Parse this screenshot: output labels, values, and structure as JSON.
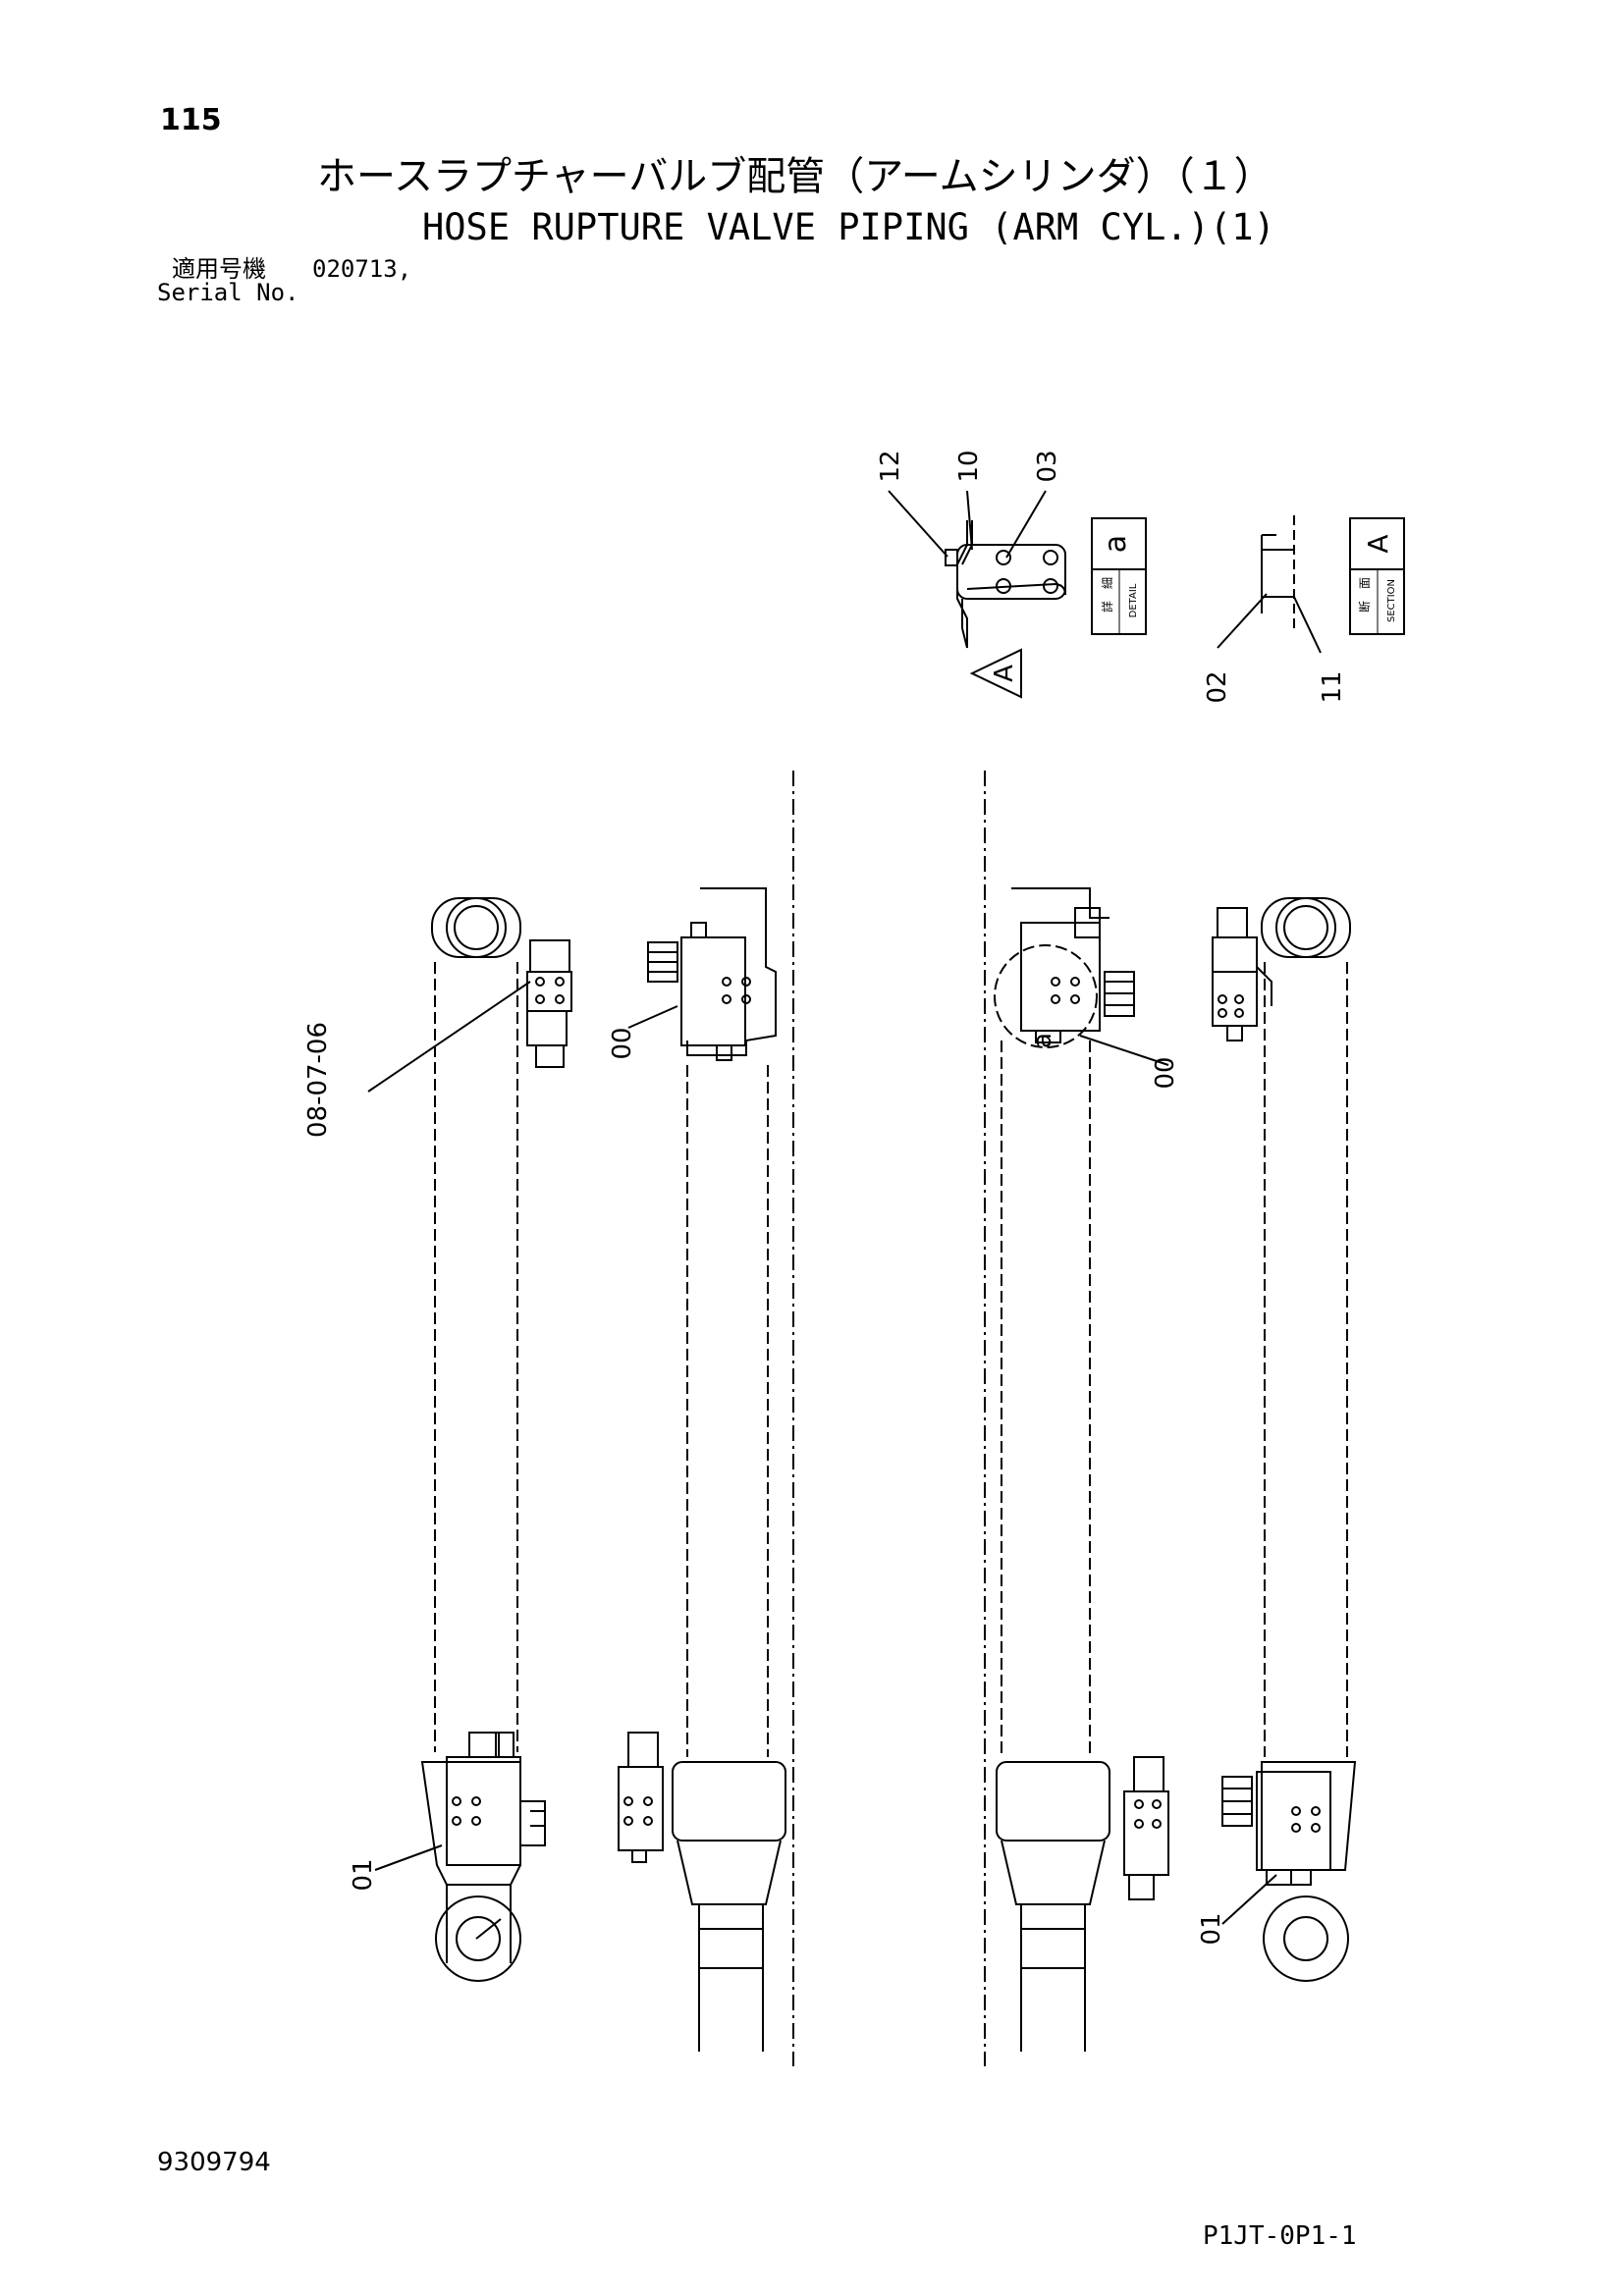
{
  "header": {
    "page_number": "115",
    "title_jp": "ホースラプチャーバルブ配管（アームシリンダ）（１）",
    "title_en": "HOSE RUPTURE VALVE PIPING (ARM CYL.)(1)",
    "serial_label_jp": "適用号機",
    "serial_value": "020713,",
    "serial_label_en": "Serial No."
  },
  "detail_view": {
    "callouts": [
      "12",
      "10",
      "03"
    ],
    "label_jp": [
      "詳",
      "細"
    ],
    "label_en": "DETAIL",
    "letter": "a",
    "section_arrow_letter": "A"
  },
  "section_view": {
    "callouts": [
      "02",
      "11"
    ],
    "label_jp": [
      "断",
      "面"
    ],
    "label_en": "SECTION",
    "letter": "A"
  },
  "main_view": {
    "callouts": {
      "left_top_group": "08-07-06",
      "left_valve": "00",
      "right_valve": "00",
      "left_bottom": "01",
      "right_bottom": "01",
      "detail_ref": "a"
    }
  },
  "footer": {
    "doc_number": "9309794",
    "drawing_code": "P1JT-0P1-1"
  }
}
